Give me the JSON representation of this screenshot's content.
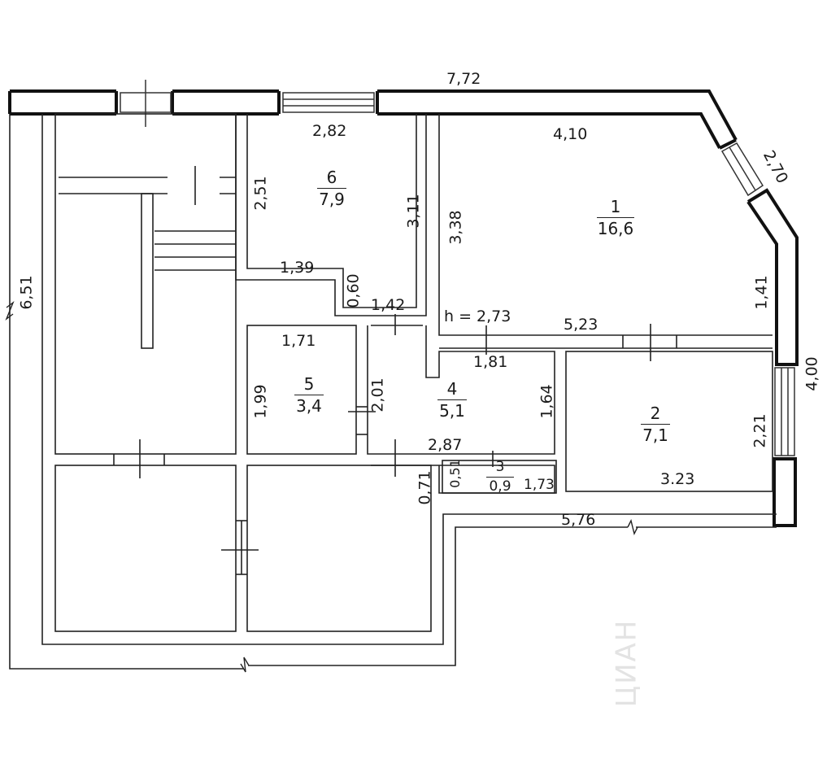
{
  "rooms": [
    {
      "number": "1",
      "area": "16,6"
    },
    {
      "number": "2",
      "area": "7,1"
    },
    {
      "number": "3",
      "area": "0,9"
    },
    {
      "number": "4",
      "area": "5,1"
    },
    {
      "number": "5",
      "area": "3,4"
    },
    {
      "number": "6",
      "area": "7,9"
    }
  ],
  "dimensions": {
    "top_wall": "7,72",
    "room6_width": "2,82",
    "room1_width": "4,10",
    "bay_diagonal": "2,70",
    "room6_height": "2,51",
    "room6_inner": "3,11",
    "room1_height": "3,38",
    "bay_side": "1,41",
    "corridor_step_width": "1,39",
    "corridor_step_height": "0,60",
    "corridor_top": "1,42",
    "ceiling_height": "h = 2,73",
    "room1_bottom": "5,23",
    "room5_width": "1,71",
    "room4_width": "1,81",
    "room5_height": "1,99",
    "room4_left_height": "2,01",
    "room4_right_height": "1,64",
    "room2_window_height": "2,21",
    "right_wall": "4,00",
    "corridor_bottom": "2,87",
    "room3_height": "0,51",
    "room3_width": "1,73",
    "corridor_step_lower": "0,71",
    "room2_width": "3.23",
    "bottom_wall": "5,76",
    "left_wall": "6,51"
  },
  "watermark": "ЦИАН"
}
